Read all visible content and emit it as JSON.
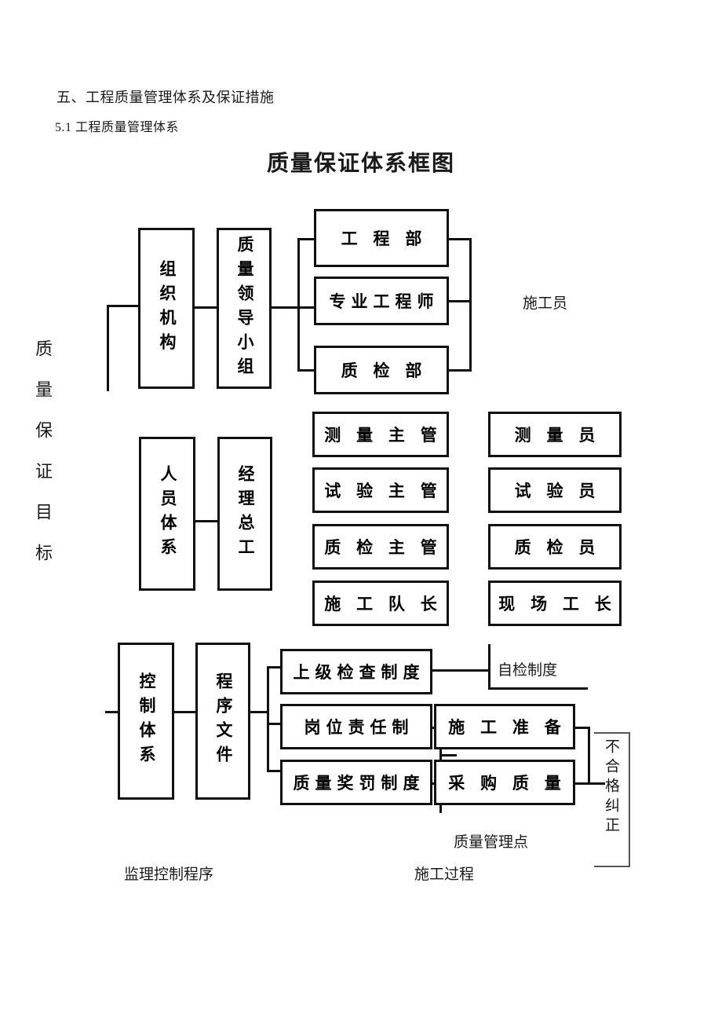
{
  "headings": {
    "section": "五、工程质量管理体系及保证措施",
    "subsection": "5.1 工程质量管理体系",
    "chart_title": "质量保证体系框图"
  },
  "side_label": "质量保证目标",
  "group1": {
    "stage1": "组织机构",
    "stage2": "质量领导小组",
    "units": [
      "工  程  部",
      "专业工程师",
      "质  检  部"
    ],
    "free_label": "施工员"
  },
  "group2": {
    "stage1": "人员体系",
    "stage2": "经理总工",
    "supervisors": [
      "测 量 主 管",
      "试 验 主 管",
      "质 检 主 管",
      "施 工 队 长"
    ],
    "staff": [
      "测  量  员",
      "试  验  员",
      "质  检  员",
      "现 场 工 长"
    ]
  },
  "group3": {
    "stage1": "控制体系",
    "stage2": "程序文件",
    "rules": [
      "上级检查制度",
      "岗位责任制",
      "质量奖罚制度"
    ],
    "process": [
      "施 工 准 备",
      "采 购 质 量"
    ],
    "self_check": "自检制度",
    "nonconformance": "不合格纠正",
    "quality_point": "质量管理点",
    "supervision_label": "监理控制程序",
    "construction_label": "施工过程"
  }
}
